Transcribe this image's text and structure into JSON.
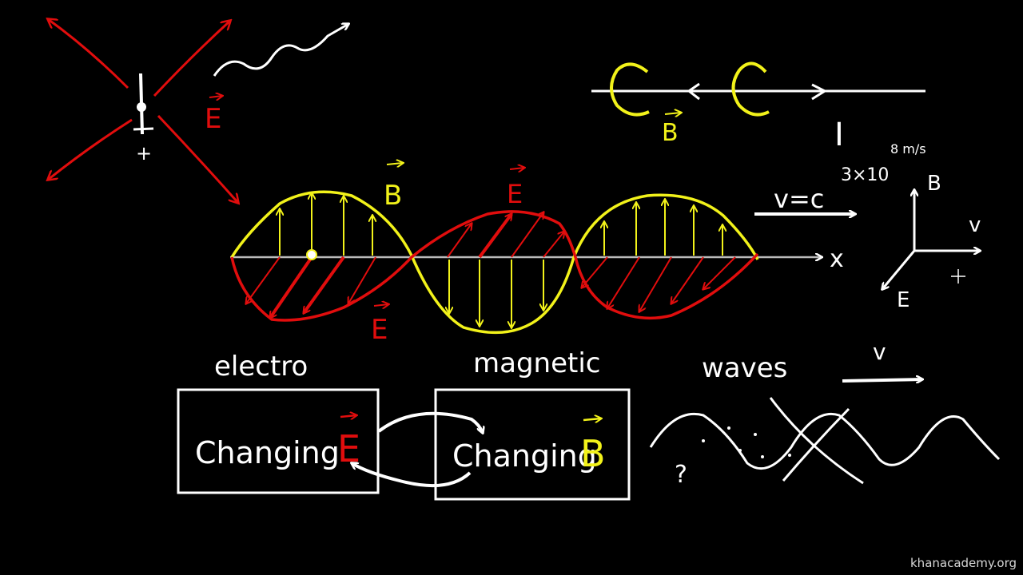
{
  "colors": {
    "background": "#000000",
    "chalk": "#ffffff",
    "electric": "#e10d0d",
    "magnetic": "#f2f21a"
  },
  "labels": {
    "e_vec_dipole": "E",
    "plus_sign": "+",
    "b_vec_current": "B",
    "current": "I",
    "b_vec_wave": "B",
    "e_vec_wave_top": "E",
    "e_vec_wave_bottom": "E",
    "velocity_eq": "v=c",
    "speed_value": "3×10",
    "speed_exponent": "8 m/s",
    "x_axis": "x",
    "axes_b": "B",
    "axes_v": "v",
    "axes_e": "E",
    "word_electro": "electro",
    "word_magnetic": "magnetic",
    "word_waves": "waves",
    "v_small": "v",
    "changing_1": "Changing",
    "changing_1_symbol": "E",
    "changing_2": "Changing",
    "changing_2_symbol": "B",
    "question": "?"
  },
  "watermark": "khanacademy.org"
}
